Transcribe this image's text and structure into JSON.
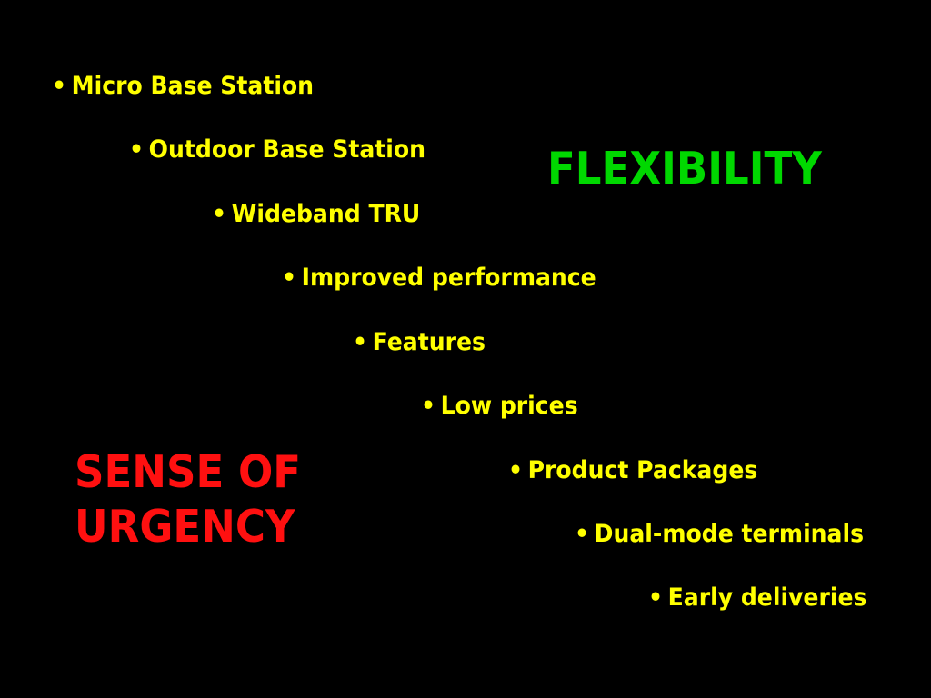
{
  "slide": {
    "background": "#000000",
    "bullet_color": "#ffff00",
    "bullet_glyph": "•",
    "items": [
      "Micro Base Station",
      "Outdoor Base Station",
      "Wideband TRU",
      "Improved performance",
      "Features",
      "Low prices",
      "Product Packages",
      "Dual-mode terminals",
      "Early deliveries"
    ],
    "flexibility": {
      "text": "FLEXIBILITY",
      "color": "#00d800"
    },
    "urgency": {
      "line1": "SENSE OF",
      "line2": "URGENCY",
      "color": "#ff1010"
    }
  }
}
